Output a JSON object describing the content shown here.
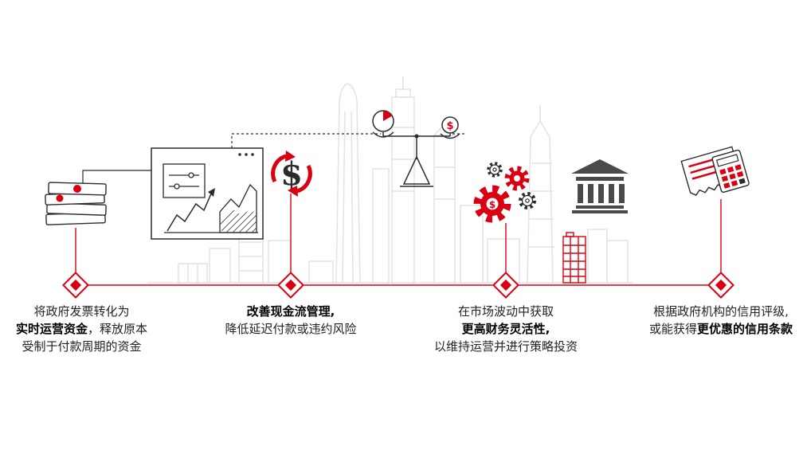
{
  "colors": {
    "accent_red": "#db0011",
    "ink": "#2b2b2b",
    "skyline_gray": "#e3e3e3",
    "bank_gray": "#4a4a4a"
  },
  "timeline": {
    "milestone_count": 4
  },
  "icons": [
    {
      "name": "banknotes-stack-icon"
    },
    {
      "name": "analytics-window-icon"
    },
    {
      "name": "cash-flow-icon",
      "glyph": "$"
    },
    {
      "name": "balance-scale-icon",
      "coin_glyph": "$"
    },
    {
      "name": "gears-icon",
      "glyph": "$"
    },
    {
      "name": "bank-building-icon"
    },
    {
      "name": "red-building-icon"
    },
    {
      "name": "invoice-calculator-icon"
    },
    {
      "name": "city-skyline"
    }
  ],
  "captions": [
    {
      "lines": [
        {
          "runs": [
            {
              "t": "将政府发票转化为",
              "b": false
            }
          ]
        },
        {
          "runs": [
            {
              "t": "实时运营资金",
              "b": true
            },
            {
              "t": "，释放原本",
              "b": false
            }
          ]
        },
        {
          "runs": [
            {
              "t": "受制于付款周期的资金",
              "b": false
            }
          ]
        }
      ]
    },
    {
      "lines": [
        {
          "runs": [
            {
              "t": "改善现金流管理,",
              "b": true
            }
          ]
        },
        {
          "runs": [
            {
              "t": "降低延迟付款或违约风险",
              "b": false
            }
          ]
        }
      ]
    },
    {
      "lines": [
        {
          "runs": [
            {
              "t": "在市场波动中获取",
              "b": false
            }
          ]
        },
        {
          "runs": [
            {
              "t": "更高财务灵活性,",
              "b": true
            }
          ]
        },
        {
          "runs": [
            {
              "t": "以维持运营并进行策略投资",
              "b": false
            }
          ]
        }
      ]
    },
    {
      "lines": [
        {
          "runs": [
            {
              "t": "根据政府机构的信用评级,",
              "b": false
            }
          ]
        },
        {
          "runs": [
            {
              "t": "或能获得",
              "b": false
            },
            {
              "t": "更优惠的信用条款",
              "b": true
            }
          ]
        }
      ]
    }
  ]
}
